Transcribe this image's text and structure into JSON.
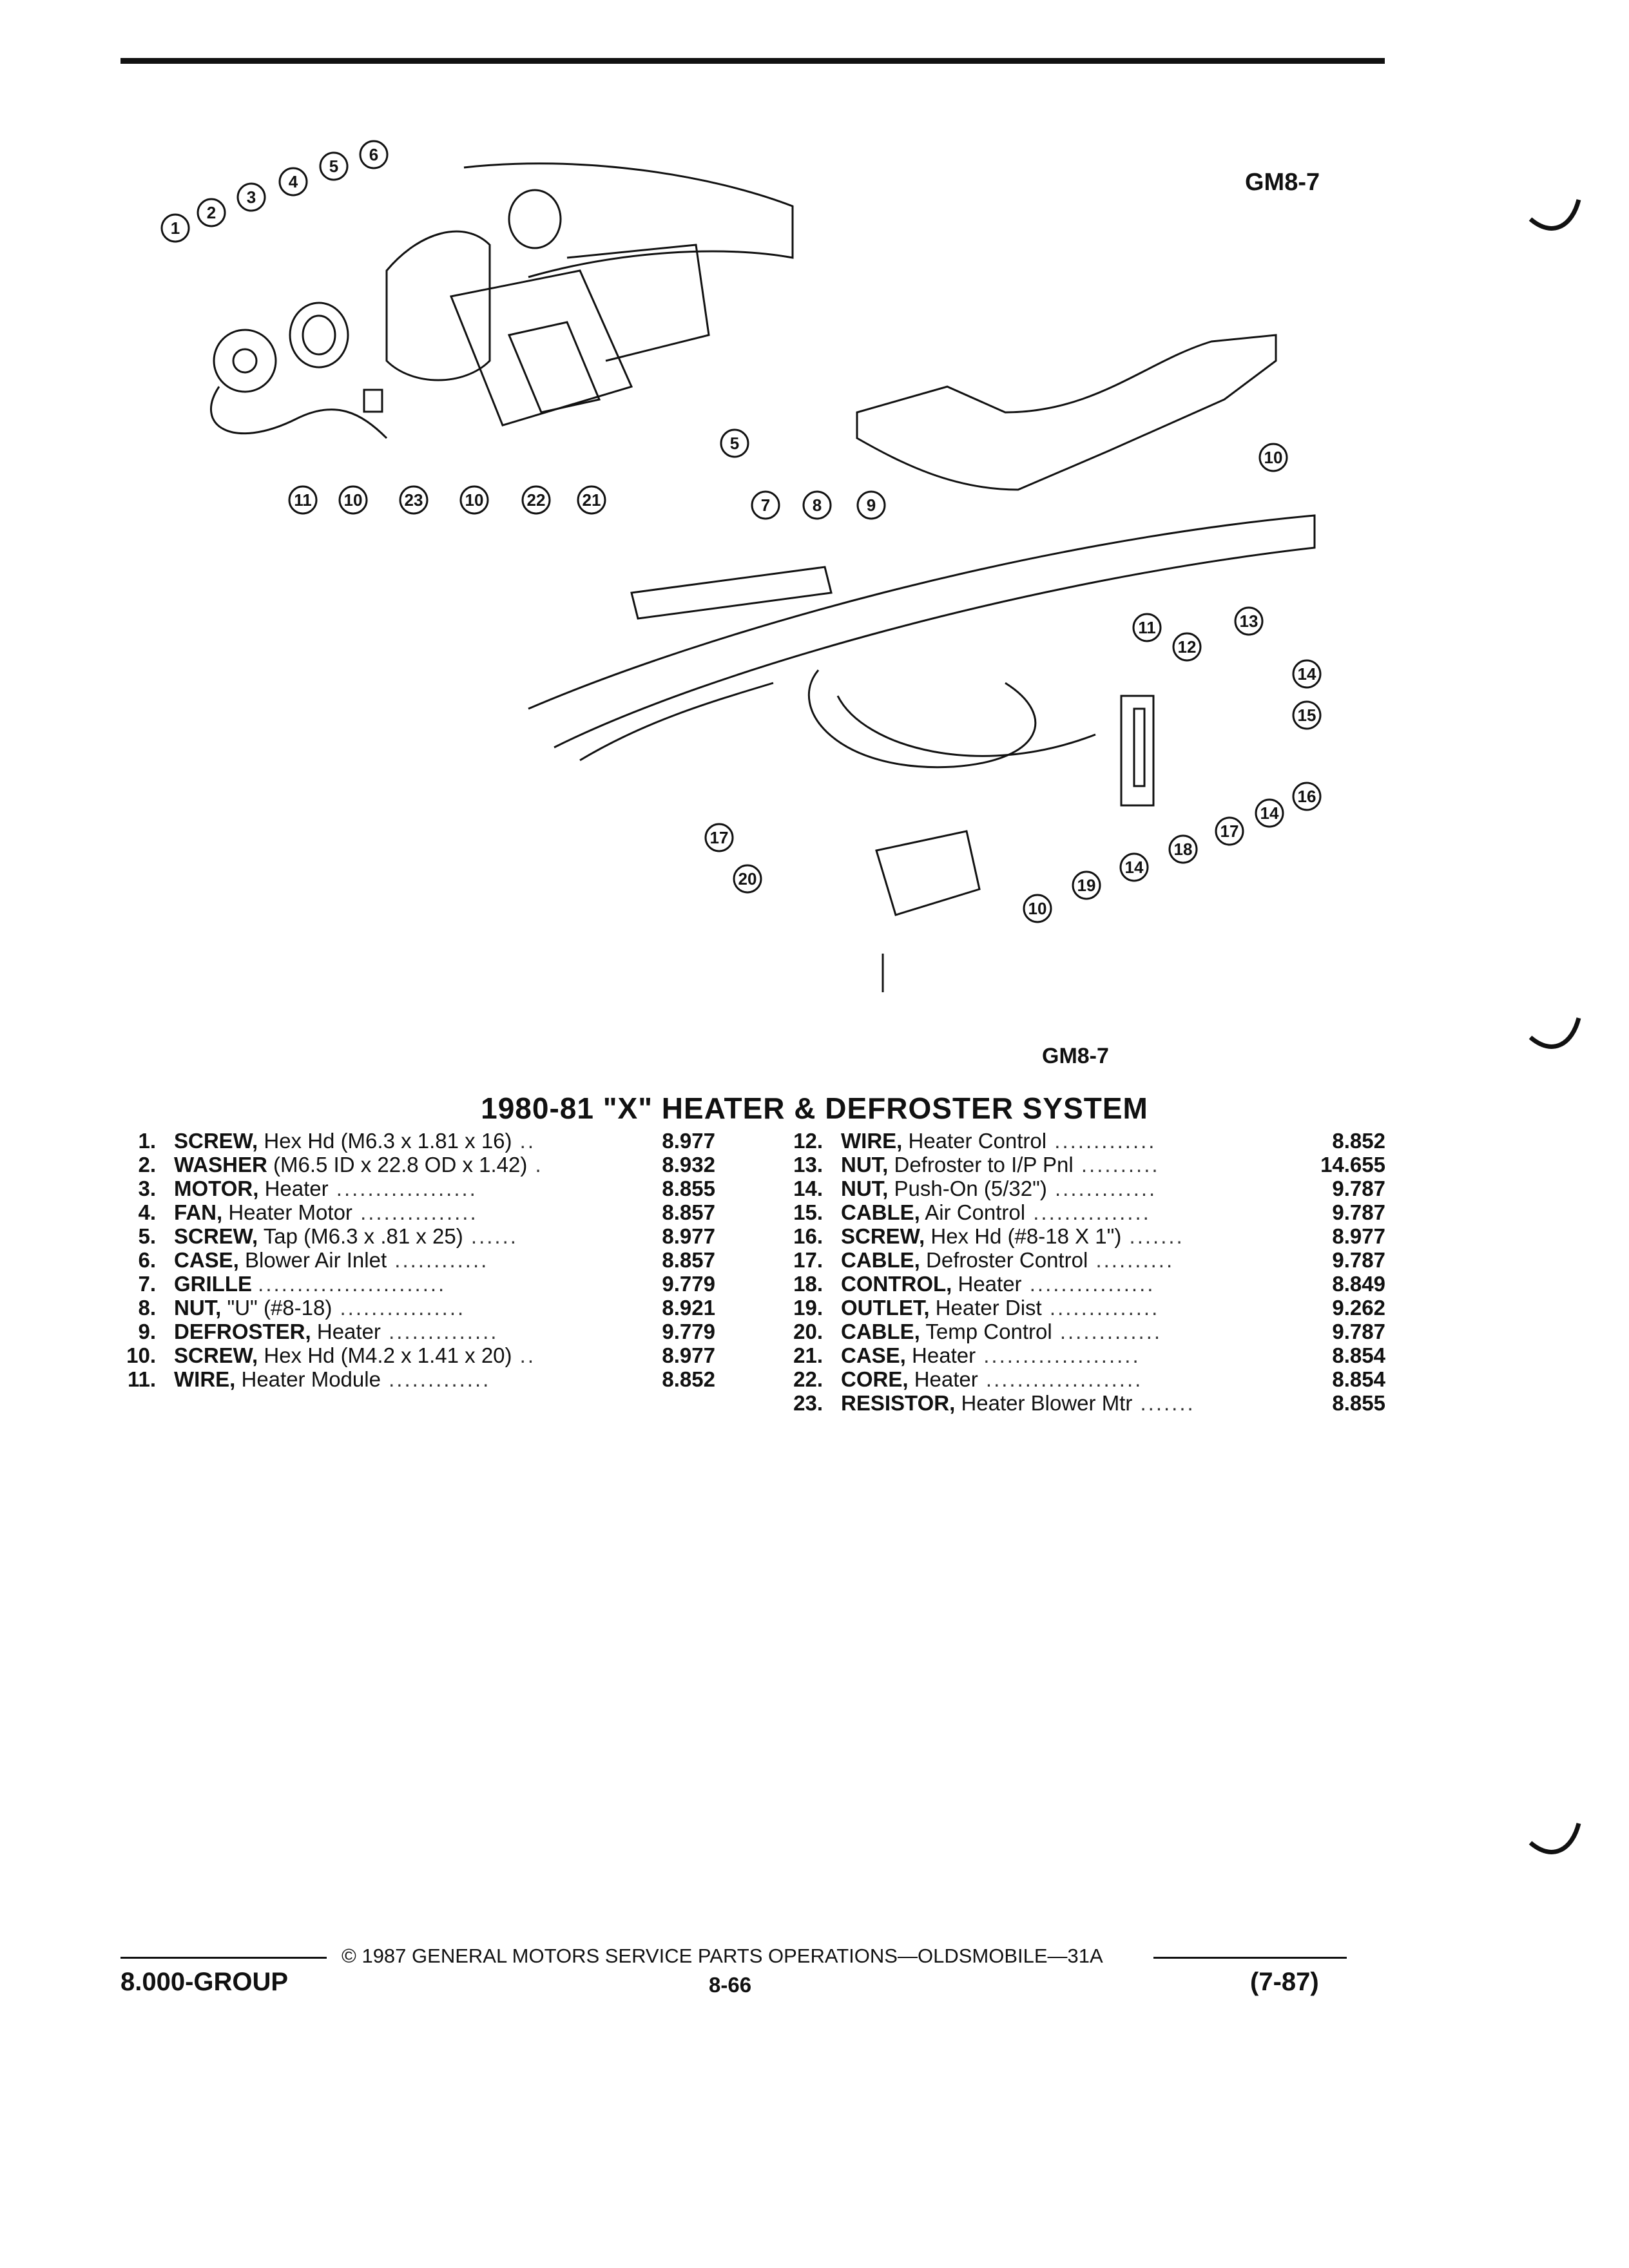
{
  "figure_code_top": "GM8-7",
  "figure_code_bottom": "GM8-7",
  "title": "1980-81 \"X\" HEATER & DEFROSTER SYSTEM",
  "callouts": [
    "1",
    "2",
    "3",
    "4",
    "5",
    "6",
    "5",
    "11",
    "10",
    "23",
    "10",
    "22",
    "21",
    "10",
    "7",
    "8",
    "9",
    "13",
    "11",
    "12",
    "14",
    "15",
    "16",
    "14",
    "17",
    "18",
    "14",
    "19",
    "10",
    "17",
    "20"
  ],
  "parts_left": [
    {
      "num": "1.",
      "name": "SCREW,",
      "desc": "Hex Hd (M6.3 x 1.81 x 16)",
      "leader": " ..",
      "group": "8.977"
    },
    {
      "num": "2.",
      "name": "WASHER",
      "desc": "(M6.5 ID x 22.8 OD x 1.42)",
      "leader": " .",
      "group": "8.932"
    },
    {
      "num": "3.",
      "name": "MOTOR,",
      "desc": "Heater",
      "leader": " ..................",
      "group": "8.855"
    },
    {
      "num": "4.",
      "name": "FAN,",
      "desc": "Heater Motor",
      "leader": " ...............",
      "group": "8.857"
    },
    {
      "num": "5.",
      "name": "SCREW,",
      "desc": "Tap (M6.3 x .81 x 25)",
      "leader": " ......",
      "group": "8.977"
    },
    {
      "num": "6.",
      "name": "CASE,",
      "desc": "Blower Air Inlet",
      "leader": " ............",
      "group": "8.857"
    },
    {
      "num": "7.",
      "name": "GRILLE",
      "desc": "",
      "leader": " ........................",
      "group": "9.779"
    },
    {
      "num": "8.",
      "name": "NUT,",
      "desc": "\"U\" (#8-18)",
      "leader": " ................",
      "group": "8.921"
    },
    {
      "num": "9.",
      "name": "DEFROSTER,",
      "desc": "Heater",
      "leader": " ..............",
      "group": "9.779"
    },
    {
      "num": "10.",
      "name": "SCREW,",
      "desc": "Hex Hd (M4.2 x 1.41 x 20)",
      "leader": " ..",
      "group": "8.977"
    },
    {
      "num": "11.",
      "name": "WIRE,",
      "desc": "Heater Module",
      "leader": " .............",
      "group": "8.852"
    }
  ],
  "parts_right": [
    {
      "num": "12.",
      "name": "WIRE,",
      "desc": "Heater Control",
      "leader": " .............",
      "group": "8.852"
    },
    {
      "num": "13.",
      "name": "NUT,",
      "desc": "Defroster to I/P Pnl",
      "leader": " ..........",
      "group": "14.655"
    },
    {
      "num": "14.",
      "name": "NUT,",
      "desc": "Push-On (5/32\")",
      "leader": " .............",
      "group": "9.787"
    },
    {
      "num": "15.",
      "name": "CABLE,",
      "desc": "Air Control",
      "leader": " ...............",
      "group": "9.787"
    },
    {
      "num": "16.",
      "name": "SCREW,",
      "desc": "Hex Hd (#8-18 X 1\")",
      "leader": " .......",
      "group": "8.977"
    },
    {
      "num": "17.",
      "name": "CABLE,",
      "desc": "Defroster Control",
      "leader": " ..........",
      "group": "9.787"
    },
    {
      "num": "18.",
      "name": "CONTROL,",
      "desc": "Heater",
      "leader": " ................",
      "group": "8.849"
    },
    {
      "num": "19.",
      "name": "OUTLET,",
      "desc": "Heater Dist",
      "leader": " ..............",
      "group": "9.262"
    },
    {
      "num": "20.",
      "name": "CABLE,",
      "desc": "Temp Control",
      "leader": " .............",
      "group": "9.787"
    },
    {
      "num": "21.",
      "name": "CASE,",
      "desc": "Heater",
      "leader": " ....................",
      "group": "8.854"
    },
    {
      "num": "22.",
      "name": "CORE,",
      "desc": "Heater",
      "leader": " ....................",
      "group": "8.854"
    },
    {
      "num": "23.",
      "name": "RESISTOR,",
      "desc": "Heater Blower Mtr",
      "leader": " .......",
      "group": "8.855"
    }
  ],
  "footer": {
    "copyright": "© 1987 GENERAL MOTORS SERVICE PARTS OPERATIONS—OLDSMOBILE—31A",
    "group_code": "8.000-GROUP",
    "page": "8-66",
    "revision": "(7-87)"
  }
}
